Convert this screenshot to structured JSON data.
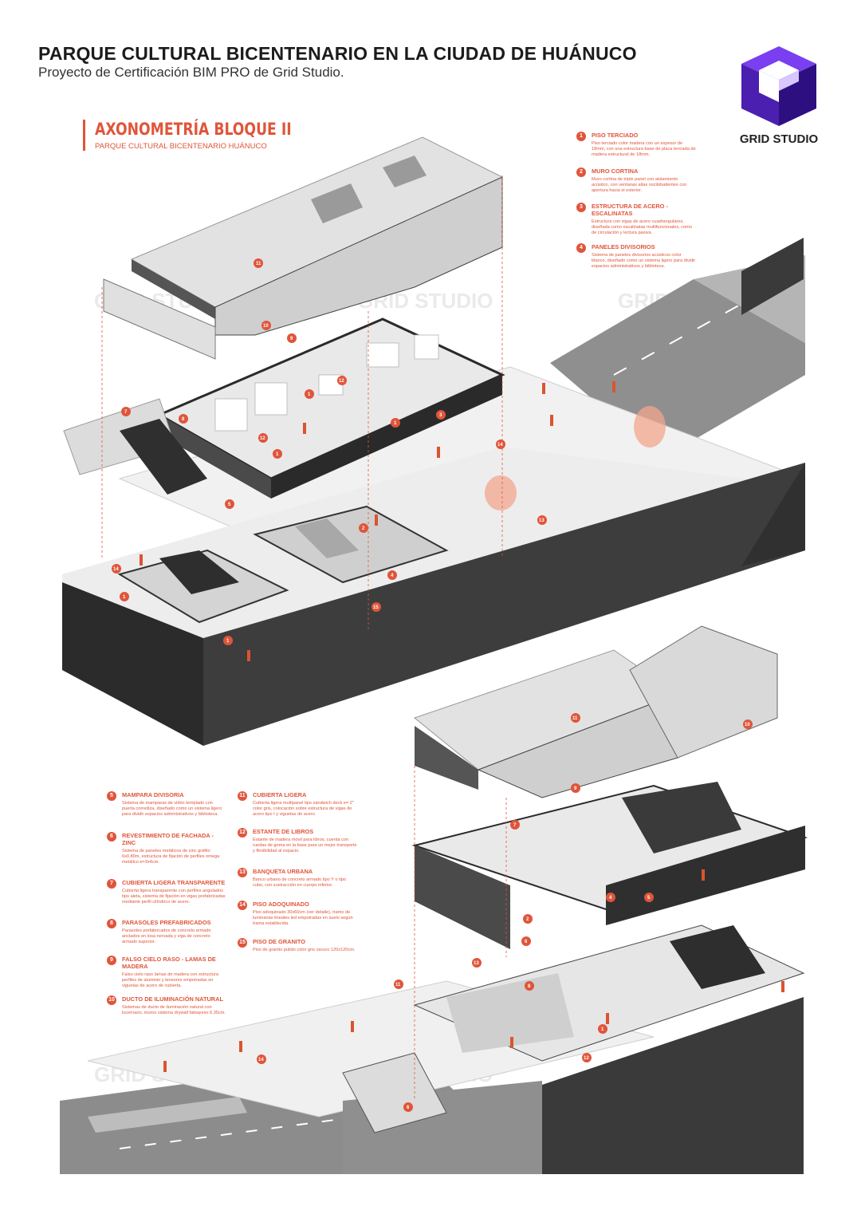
{
  "header": {
    "title": "PARQUE CULTURAL BICENTENARIO EN LA CIUDAD DE HUÁNUCO",
    "subtitle": "Proyecto de Certificación BIM PRO de Grid Studio."
  },
  "logo": {
    "text": "GRID STUDIO",
    "icon": "grid-studio-cube-logo",
    "colors": [
      "#7a3ff0",
      "#4b1fb0",
      "#2e0f80"
    ]
  },
  "section": {
    "title": "AXONOMETRÍA BLOQUE II",
    "subtitle": "PARQUE CULTURAL BICENTENARIO HUÁNUCO",
    "accent_color": "#e0553a"
  },
  "watermark": "GRID STUDIO",
  "legend_top": [
    {
      "num": "1",
      "title": "PISO TERCIADO",
      "desc": "Piso terciado color madera con un espesor de 18mm, con una estructura base de placa terciada de madera estructural de 18mm."
    },
    {
      "num": "2",
      "title": "MURO CORTINA",
      "desc": "Muro cortina de triple panel con aislamiento acústico, con ventanas altas oscilobatientes con apertura hacia el exterior."
    },
    {
      "num": "3",
      "title": "ESTRUCTURA DE ACERO - ESCALINATAS",
      "desc": "Estructura con vigas de acero cuadrangulares, diseñada como escalinatas multifuncionales, como de circulación y lectura pasiva."
    },
    {
      "num": "4",
      "title": "PANELES DIVISORIOS",
      "desc": "Sistema de paneles divisorios acústicos color blanco, diseñado como un sistema ligero para dividir espacios administrativos y biblioteca."
    }
  ],
  "legend_bottom_left": [
    {
      "num": "5",
      "title": "MAMPARA DIVISORIA",
      "desc": "Sistema de mamparas de vidrio templado con puerta corrediza, diseñado como un sistema ligero para dividir espacios administrativos y biblioteca."
    },
    {
      "num": "6",
      "title": "REVESTIMIENTO DE FACHADA - ZINC",
      "desc": "Sistema de paneles metálicos de zinc gráfito 6x0.80m, estructura de fijación de perfiles omega metálico e=3x4cm."
    },
    {
      "num": "7",
      "title": "CUBIERTA LIGERA TRANSPARENTE",
      "desc": "Cubierta ligera transparente con perfiles angulados tipo aleta, sistema de fijación en vigas prefabricadas mediante perfil cilíndrico de acero."
    },
    {
      "num": "8",
      "title": "PARASOLES PREFABRICADOS",
      "desc": "Parasoles prefabricados de concreto armado anclados en losa nervada y viga de concreto armado superior."
    },
    {
      "num": "9",
      "title": "FALSO CIELO RASO - LAMAS DE MADERA",
      "desc": "Falso cielo raso lamas de madera con estructura perfiles de aluminio y tensores empotradas en viguetas de acero de cubierta."
    },
    {
      "num": "10",
      "title": "DUCTO DE ILUMINACIÓN NATURAL",
      "desc": "Sistemas de ducto de iluminación natural con lucernario, muros sistema drywall fabiayeso 6.35cm."
    }
  ],
  "legend_bottom_right": [
    {
      "num": "11",
      "title": "CUBIERTA LIGERA",
      "desc": "Cubierta ligera multipanel tipo sándwich deck e= 2\" color gris, colocación sobre estructura de vigas de acero tipo I y viguetas de acero."
    },
    {
      "num": "12",
      "title": "ESTANTE DE LIBROS",
      "desc": "Estante de madera móvil para libros, cuenta con ruedas de goma en la base para un mejor transporte y flexibilidad al espacio."
    },
    {
      "num": "13",
      "title": "BANQUETA URBANA",
      "desc": "Banco urbano de concreto armado tipo Y o tipo cubo, con sustracción en cuerpo inferior."
    },
    {
      "num": "14",
      "title": "PISO ADOQUINADO",
      "desc": "Piso adoquinado 30x60cm (ver detalle), tramo de luminarias lineales led empotradas en suelo según trama establecida."
    },
    {
      "num": "15",
      "title": "PISO DE GRANITO",
      "desc": "Piso de granito pulido color gris oscuro 120x120cm."
    }
  ],
  "diagram_tags_top": [
    "11",
    "10",
    "9",
    "7",
    "8",
    "12",
    "1",
    "1",
    "3",
    "12",
    "1",
    "5",
    "14",
    "13",
    "2",
    "4",
    "15",
    "1",
    "1",
    "14"
  ],
  "diagram_tags_bottom": [
    "11",
    "10",
    "9",
    "7",
    "2",
    "4",
    "5",
    "6",
    "13",
    "8",
    "11",
    "1",
    "12",
    "14",
    "6"
  ]
}
